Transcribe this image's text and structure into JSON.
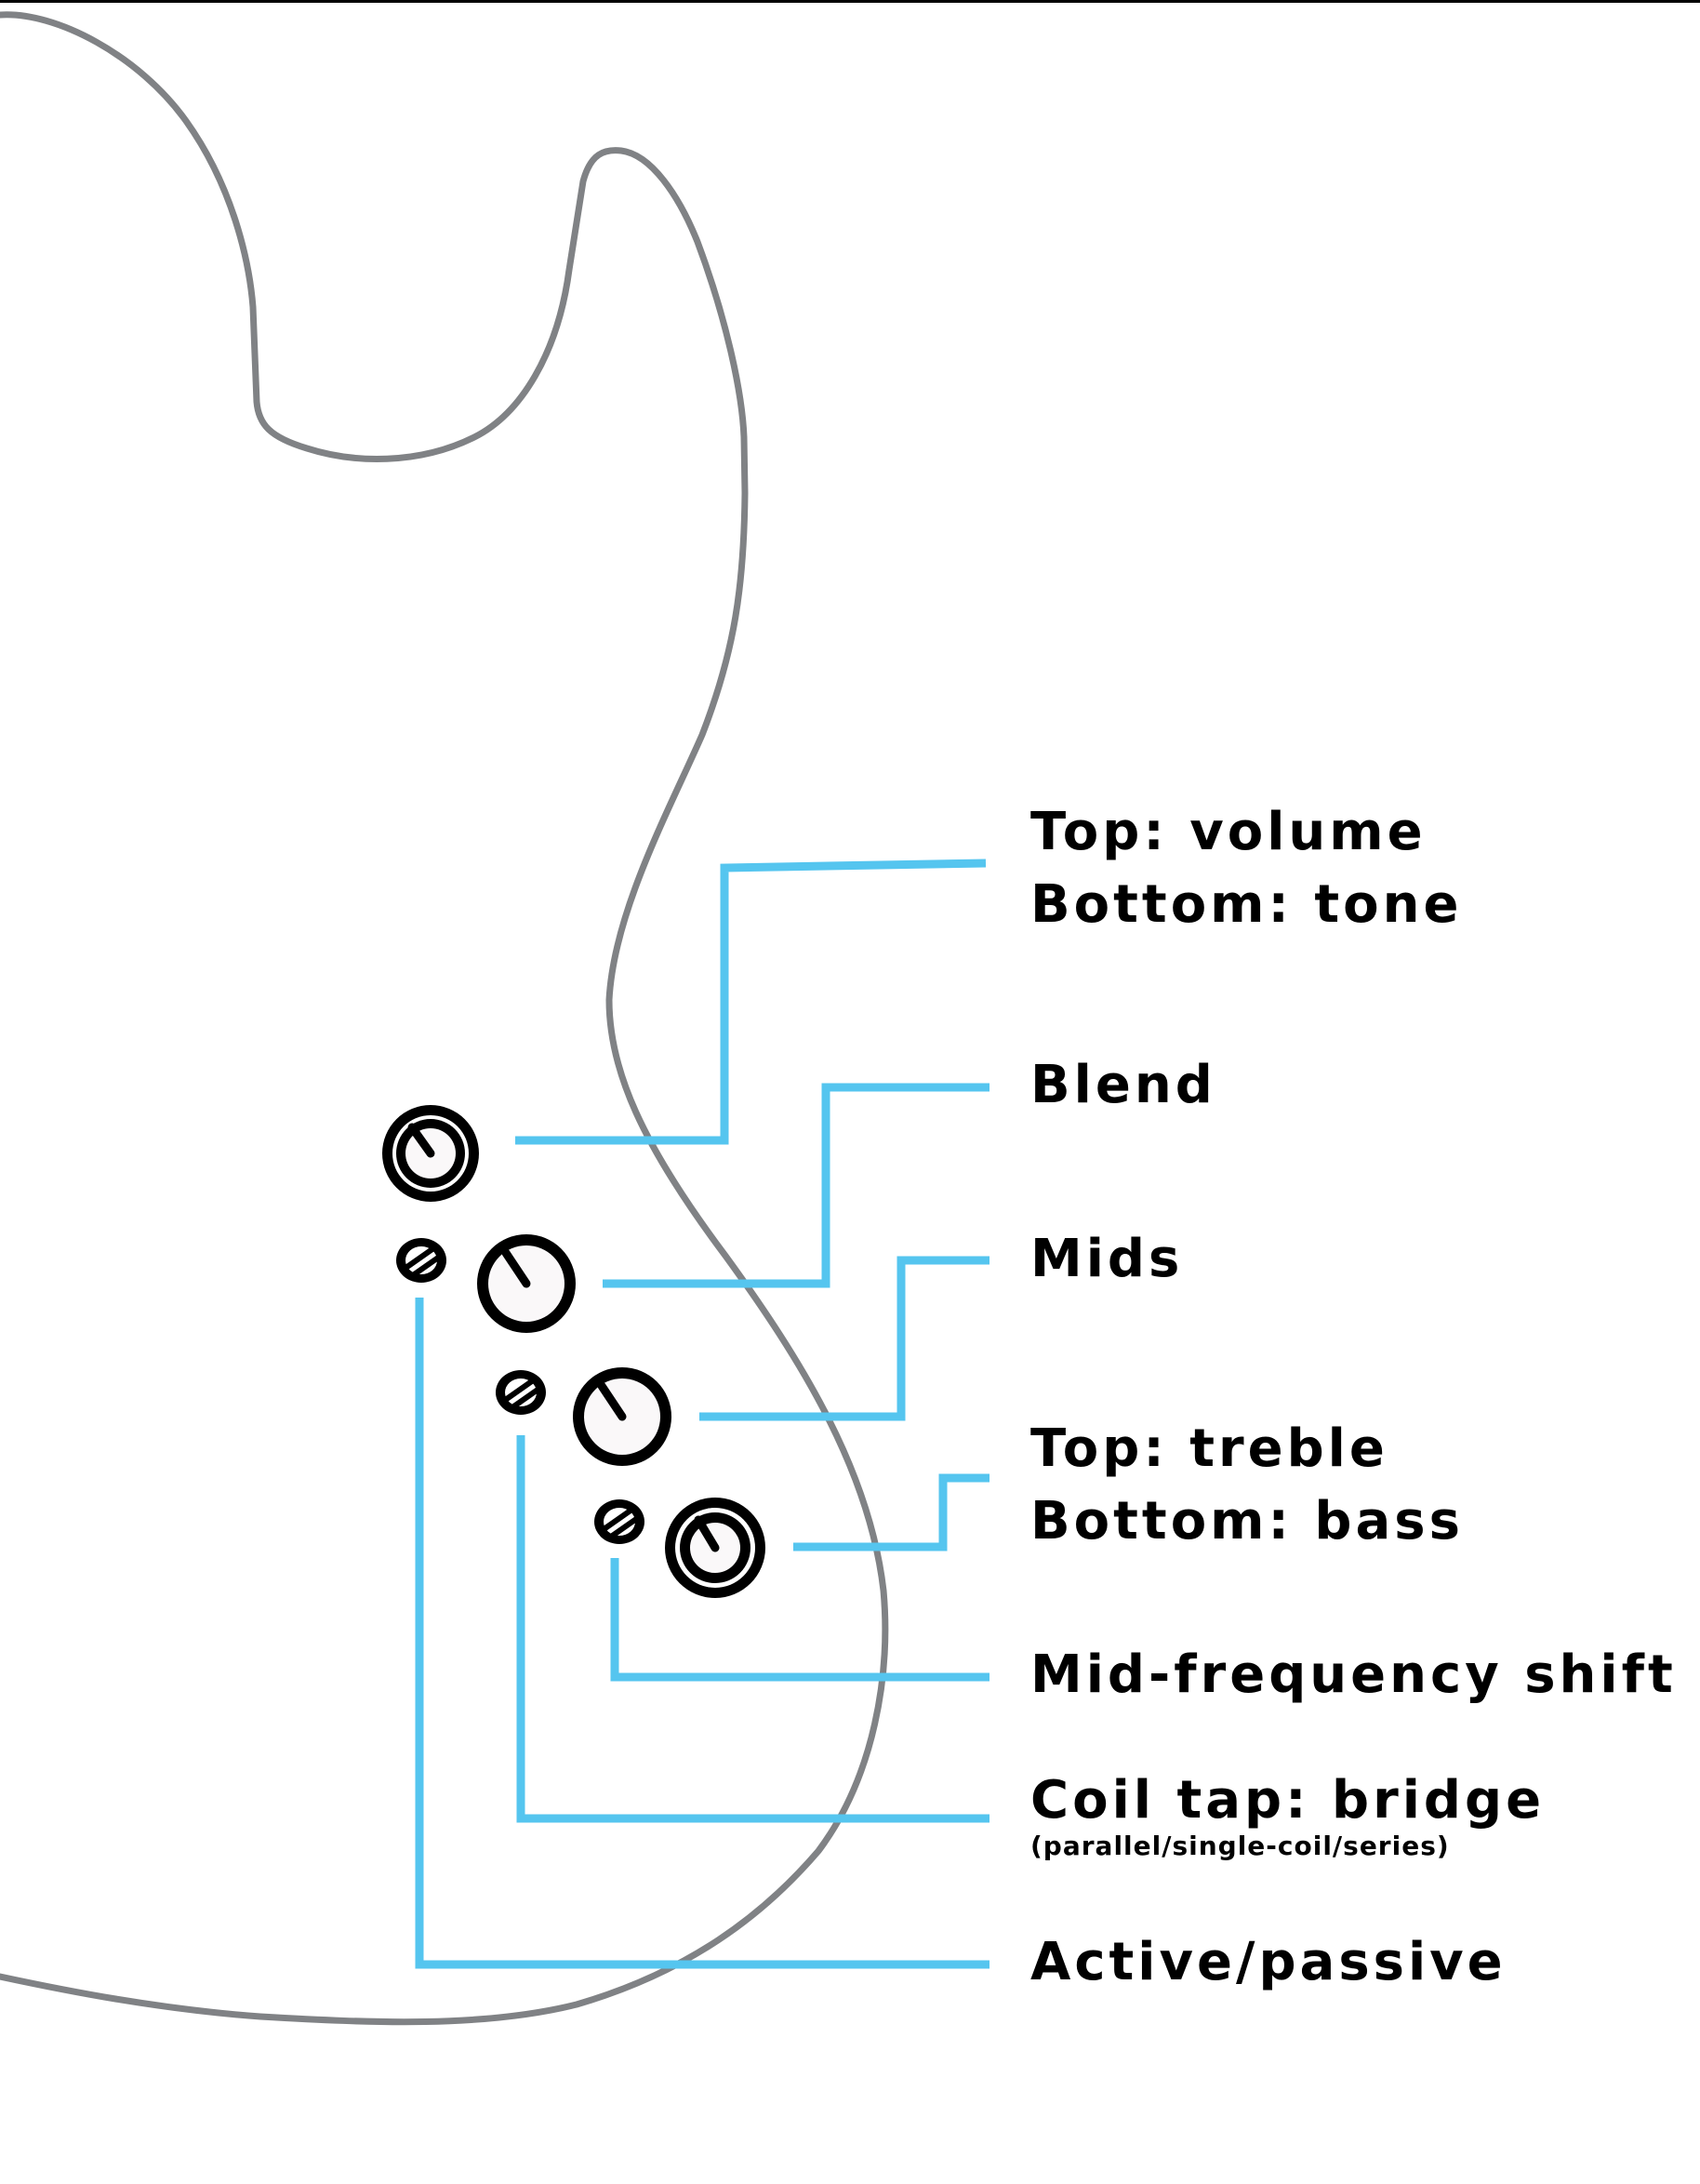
{
  "title": "Bass guitar control layout",
  "colors": {
    "leader_line": "#55C5EF",
    "body_outline": "#808285",
    "knob_stroke": "#000000",
    "knob_fill": "#FAF8F9"
  },
  "controls": [
    {
      "id": "volume-tone",
      "type": "stacked-knob",
      "lines": [
        "Top: volume",
        "Bottom: tone"
      ]
    },
    {
      "id": "blend",
      "type": "knob",
      "lines": [
        "Blend"
      ]
    },
    {
      "id": "mids",
      "type": "knob",
      "lines": [
        "Mids"
      ]
    },
    {
      "id": "treble-bass",
      "type": "stacked-knob",
      "lines": [
        "Top: treble",
        "Bottom: bass"
      ]
    },
    {
      "id": "mid-frequency-shift",
      "type": "switch",
      "lines": [
        "Mid-frequency shift"
      ]
    },
    {
      "id": "coil-tap-bridge",
      "type": "switch",
      "lines": [
        "Coil tap: bridge"
      ],
      "note": "(parallel/single-coil/series)"
    },
    {
      "id": "active-passive",
      "type": "switch",
      "lines": [
        "Active/passive"
      ]
    }
  ]
}
